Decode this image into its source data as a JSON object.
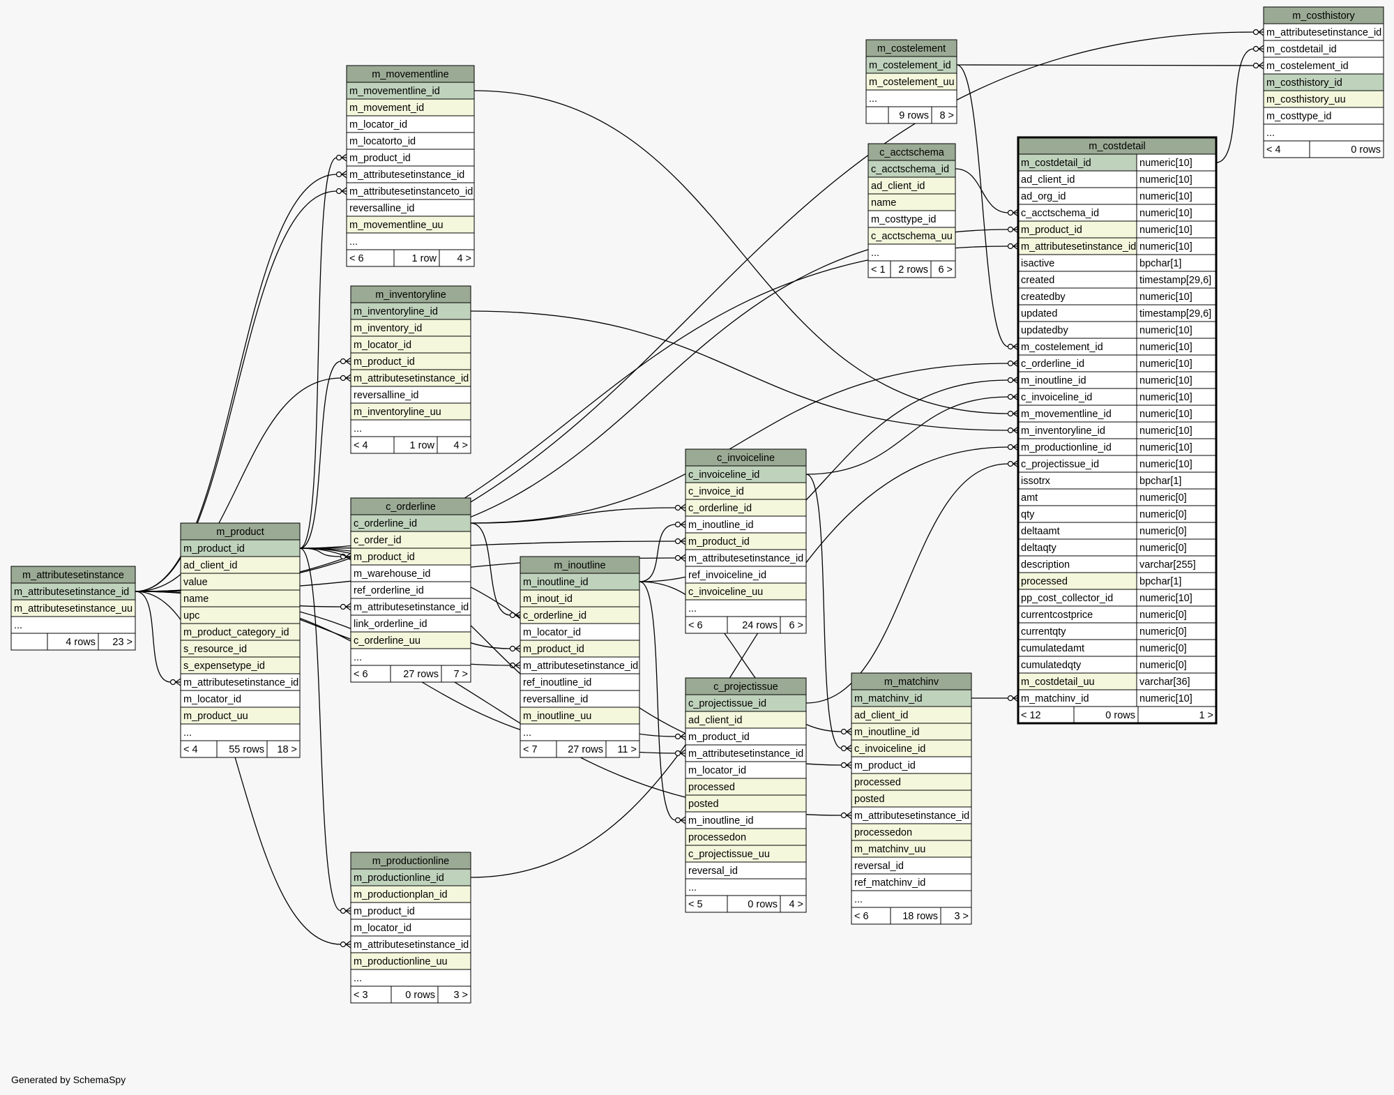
{
  "footer": "Generated by SchemaSpy",
  "tables": [
    {
      "id": "m_costhistory",
      "title": "m_costhistory",
      "rows": [
        {
          "name": "m_attributesetinstance_id",
          "kind": "fk"
        },
        {
          "name": "m_costdetail_id",
          "kind": "fk"
        },
        {
          "name": "m_costelement_id",
          "kind": "fk"
        },
        {
          "name": "m_costhistory_id",
          "kind": "pk"
        },
        {
          "name": "m_costhistory_uu",
          "kind": "idx"
        },
        {
          "name": "m_costtype_id",
          "kind": "plain"
        },
        {
          "name": "...",
          "kind": "plain"
        }
      ],
      "footer": [
        "< 4",
        "0 rows",
        ""
      ]
    },
    {
      "id": "m_costelement",
      "title": "m_costelement",
      "rows": [
        {
          "name": "m_costelement_id",
          "kind": "pk"
        },
        {
          "name": "m_costelement_uu",
          "kind": "idx"
        },
        {
          "name": "...",
          "kind": "plain"
        }
      ],
      "footer": [
        "",
        "9 rows",
        "8 >"
      ]
    },
    {
      "id": "c_acctschema",
      "title": "c_acctschema",
      "rows": [
        {
          "name": "c_acctschema_id",
          "kind": "pk"
        },
        {
          "name": "ad_client_id",
          "kind": "idx"
        },
        {
          "name": "name",
          "kind": "idx"
        },
        {
          "name": "m_costtype_id",
          "kind": "plain"
        },
        {
          "name": "c_acctschema_uu",
          "kind": "idx"
        },
        {
          "name": "...",
          "kind": "plain"
        }
      ],
      "footer": [
        "< 1",
        "2 rows",
        "6 >"
      ]
    },
    {
      "id": "m_movementline",
      "title": "m_movementline",
      "rows": [
        {
          "name": "m_movementline_id",
          "kind": "pk"
        },
        {
          "name": "m_movement_id",
          "kind": "idx"
        },
        {
          "name": "m_locator_id",
          "kind": "plain"
        },
        {
          "name": "m_locatorto_id",
          "kind": "plain"
        },
        {
          "name": "m_product_id",
          "kind": "fk"
        },
        {
          "name": "m_attributesetinstance_id",
          "kind": "fk"
        },
        {
          "name": "m_attributesetinstanceto_id",
          "kind": "fk"
        },
        {
          "name": "reversalline_id",
          "kind": "plain"
        },
        {
          "name": "m_movementline_uu",
          "kind": "idx"
        },
        {
          "name": "...",
          "kind": "plain"
        }
      ],
      "footer": [
        "< 6",
        "1 row",
        "4 >"
      ]
    },
    {
      "id": "m_inventoryline",
      "title": "m_inventoryline",
      "rows": [
        {
          "name": "m_inventoryline_id",
          "kind": "pk"
        },
        {
          "name": "m_inventory_id",
          "kind": "idx"
        },
        {
          "name": "m_locator_id",
          "kind": "idx"
        },
        {
          "name": "m_product_id",
          "kind": "idx"
        },
        {
          "name": "m_attributesetinstance_id",
          "kind": "idx"
        },
        {
          "name": "reversalline_id",
          "kind": "plain"
        },
        {
          "name": "m_inventoryline_uu",
          "kind": "idx"
        },
        {
          "name": "...",
          "kind": "plain"
        }
      ],
      "footer": [
        "< 4",
        "1 row",
        "4 >"
      ]
    },
    {
      "id": "m_costdetail",
      "title": "m_costdetail",
      "focus": true,
      "rows": [
        {
          "name": "m_costdetail_id",
          "type": "numeric[10]",
          "kind": "pk"
        },
        {
          "name": "ad_client_id",
          "type": "numeric[10]",
          "kind": "plain"
        },
        {
          "name": "ad_org_id",
          "type": "numeric[10]",
          "kind": "plain"
        },
        {
          "name": "c_acctschema_id",
          "type": "numeric[10]",
          "kind": "plain"
        },
        {
          "name": "m_product_id",
          "type": "numeric[10]",
          "kind": "idx"
        },
        {
          "name": "m_attributesetinstance_id",
          "type": "numeric[10]",
          "kind": "idx"
        },
        {
          "name": "isactive",
          "type": "bpchar[1]",
          "kind": "plain"
        },
        {
          "name": "created",
          "type": "timestamp[29,6]",
          "kind": "plain"
        },
        {
          "name": "createdby",
          "type": "numeric[10]",
          "kind": "plain"
        },
        {
          "name": "updated",
          "type": "timestamp[29,6]",
          "kind": "plain"
        },
        {
          "name": "updatedby",
          "type": "numeric[10]",
          "kind": "plain"
        },
        {
          "name": "m_costelement_id",
          "type": "numeric[10]",
          "kind": "plain"
        },
        {
          "name": "c_orderline_id",
          "type": "numeric[10]",
          "kind": "plain"
        },
        {
          "name": "m_inoutline_id",
          "type": "numeric[10]",
          "kind": "plain"
        },
        {
          "name": "c_invoiceline_id",
          "type": "numeric[10]",
          "kind": "plain"
        },
        {
          "name": "m_movementline_id",
          "type": "numeric[10]",
          "kind": "plain"
        },
        {
          "name": "m_inventoryline_id",
          "type": "numeric[10]",
          "kind": "plain"
        },
        {
          "name": "m_productionline_id",
          "type": "numeric[10]",
          "kind": "plain"
        },
        {
          "name": "c_projectissue_id",
          "type": "numeric[10]",
          "kind": "plain"
        },
        {
          "name": "issotrx",
          "type": "bpchar[1]",
          "kind": "plain"
        },
        {
          "name": "amt",
          "type": "numeric[0]",
          "kind": "plain"
        },
        {
          "name": "qty",
          "type": "numeric[0]",
          "kind": "plain"
        },
        {
          "name": "deltaamt",
          "type": "numeric[0]",
          "kind": "plain"
        },
        {
          "name": "deltaqty",
          "type": "numeric[0]",
          "kind": "plain"
        },
        {
          "name": "description",
          "type": "varchar[255]",
          "kind": "plain"
        },
        {
          "name": "processed",
          "type": "bpchar[1]",
          "kind": "idx"
        },
        {
          "name": "pp_cost_collector_id",
          "type": "numeric[10]",
          "kind": "plain"
        },
        {
          "name": "currentcostprice",
          "type": "numeric[0]",
          "kind": "plain"
        },
        {
          "name": "currentqty",
          "type": "numeric[0]",
          "kind": "plain"
        },
        {
          "name": "cumulatedamt",
          "type": "numeric[0]",
          "kind": "plain"
        },
        {
          "name": "cumulatedqty",
          "type": "numeric[0]",
          "kind": "plain"
        },
        {
          "name": "m_costdetail_uu",
          "type": "varchar[36]",
          "kind": "idx"
        },
        {
          "name": "m_matchinv_id",
          "type": "numeric[10]",
          "kind": "plain"
        }
      ],
      "footer": [
        "< 12",
        "0 rows",
        "1 >"
      ]
    },
    {
      "id": "c_invoiceline",
      "title": "c_invoiceline",
      "rows": [
        {
          "name": "c_invoiceline_id",
          "kind": "pk"
        },
        {
          "name": "c_invoice_id",
          "kind": "idx"
        },
        {
          "name": "c_orderline_id",
          "kind": "idx"
        },
        {
          "name": "m_inoutline_id",
          "kind": "plain"
        },
        {
          "name": "m_product_id",
          "kind": "idx"
        },
        {
          "name": "m_attributesetinstance_id",
          "kind": "plain"
        },
        {
          "name": "ref_invoiceline_id",
          "kind": "plain"
        },
        {
          "name": "c_invoiceline_uu",
          "kind": "idx"
        },
        {
          "name": "...",
          "kind": "plain"
        }
      ],
      "footer": [
        "< 6",
        "24 rows",
        "6 >"
      ]
    },
    {
      "id": "c_orderline",
      "title": "c_orderline",
      "rows": [
        {
          "name": "c_orderline_id",
          "kind": "pk"
        },
        {
          "name": "c_order_id",
          "kind": "idx"
        },
        {
          "name": "m_product_id",
          "kind": "idx"
        },
        {
          "name": "m_warehouse_id",
          "kind": "plain"
        },
        {
          "name": "ref_orderline_id",
          "kind": "plain"
        },
        {
          "name": "m_attributesetinstance_id",
          "kind": "plain"
        },
        {
          "name": "link_orderline_id",
          "kind": "plain"
        },
        {
          "name": "c_orderline_uu",
          "kind": "idx"
        },
        {
          "name": "...",
          "kind": "plain"
        }
      ],
      "footer": [
        "< 6",
        "27 rows",
        "7 >"
      ]
    },
    {
      "id": "m_inoutline",
      "title": "m_inoutline",
      "rows": [
        {
          "name": "m_inoutline_id",
          "kind": "pk"
        },
        {
          "name": "m_inout_id",
          "kind": "idx"
        },
        {
          "name": "c_orderline_id",
          "kind": "idx"
        },
        {
          "name": "m_locator_id",
          "kind": "plain"
        },
        {
          "name": "m_product_id",
          "kind": "idx"
        },
        {
          "name": "m_attributesetinstance_id",
          "kind": "plain"
        },
        {
          "name": "ref_inoutline_id",
          "kind": "plain"
        },
        {
          "name": "reversalline_id",
          "kind": "plain"
        },
        {
          "name": "m_inoutline_uu",
          "kind": "idx"
        },
        {
          "name": "...",
          "kind": "plain"
        }
      ],
      "footer": [
        "< 7",
        "27 rows",
        "11 >"
      ]
    },
    {
      "id": "m_attributesetinstance",
      "title": "m_attributesetinstance",
      "rows": [
        {
          "name": "m_attributesetinstance_id",
          "kind": "pk"
        },
        {
          "name": "m_attributesetinstance_uu",
          "kind": "idx"
        },
        {
          "name": "...",
          "kind": "plain"
        }
      ],
      "footer": [
        "",
        "4 rows",
        "23 >"
      ]
    },
    {
      "id": "m_product",
      "title": "m_product",
      "rows": [
        {
          "name": "m_product_id",
          "kind": "pk"
        },
        {
          "name": "ad_client_id",
          "kind": "idx"
        },
        {
          "name": "value",
          "kind": "idx"
        },
        {
          "name": "name",
          "kind": "idx"
        },
        {
          "name": "upc",
          "kind": "idx"
        },
        {
          "name": "m_product_category_id",
          "kind": "idx"
        },
        {
          "name": "s_resource_id",
          "kind": "idx"
        },
        {
          "name": "s_expensetype_id",
          "kind": "idx"
        },
        {
          "name": "m_attributesetinstance_id",
          "kind": "plain"
        },
        {
          "name": "m_locator_id",
          "kind": "plain"
        },
        {
          "name": "m_product_uu",
          "kind": "idx"
        },
        {
          "name": "...",
          "kind": "plain"
        }
      ],
      "footer": [
        "< 4",
        "55 rows",
        "18 >"
      ]
    },
    {
      "id": "c_projectissue",
      "title": "c_projectissue",
      "rows": [
        {
          "name": "c_projectissue_id",
          "kind": "pk"
        },
        {
          "name": "ad_client_id",
          "kind": "idx"
        },
        {
          "name": "m_product_id",
          "kind": "plain"
        },
        {
          "name": "m_attributesetinstance_id",
          "kind": "plain"
        },
        {
          "name": "m_locator_id",
          "kind": "plain"
        },
        {
          "name": "processed",
          "kind": "idx"
        },
        {
          "name": "posted",
          "kind": "idx"
        },
        {
          "name": "m_inoutline_id",
          "kind": "plain"
        },
        {
          "name": "processedon",
          "kind": "idx"
        },
        {
          "name": "c_projectissue_uu",
          "kind": "idx"
        },
        {
          "name": "reversal_id",
          "kind": "plain"
        },
        {
          "name": "...",
          "kind": "plain"
        }
      ],
      "footer": [
        "< 5",
        "0 rows",
        "4 >"
      ]
    },
    {
      "id": "m_matchinv",
      "title": "m_matchinv",
      "rows": [
        {
          "name": "m_matchinv_id",
          "kind": "pk"
        },
        {
          "name": "ad_client_id",
          "kind": "idx"
        },
        {
          "name": "m_inoutline_id",
          "kind": "idx"
        },
        {
          "name": "c_invoiceline_id",
          "kind": "idx"
        },
        {
          "name": "m_product_id",
          "kind": "plain"
        },
        {
          "name": "processed",
          "kind": "idx"
        },
        {
          "name": "posted",
          "kind": "idx"
        },
        {
          "name": "m_attributesetinstance_id",
          "kind": "plain"
        },
        {
          "name": "processedon",
          "kind": "idx"
        },
        {
          "name": "m_matchinv_uu",
          "kind": "idx"
        },
        {
          "name": "reversal_id",
          "kind": "plain"
        },
        {
          "name": "ref_matchinv_id",
          "kind": "plain"
        },
        {
          "name": "...",
          "kind": "plain"
        }
      ],
      "footer": [
        "< 6",
        "18 rows",
        "3 >"
      ]
    },
    {
      "id": "m_productionline",
      "title": "m_productionline",
      "rows": [
        {
          "name": "m_productionline_id",
          "kind": "pk"
        },
        {
          "name": "m_productionplan_id",
          "kind": "idx"
        },
        {
          "name": "m_product_id",
          "kind": "plain"
        },
        {
          "name": "m_locator_id",
          "kind": "plain"
        },
        {
          "name": "m_attributesetinstance_id",
          "kind": "plain"
        },
        {
          "name": "m_productionline_uu",
          "kind": "idx"
        },
        {
          "name": "...",
          "kind": "plain"
        }
      ],
      "footer": [
        "< 3",
        "0 rows",
        "3 >"
      ]
    }
  ],
  "relations": [
    {
      "from": "m_costdetail.m_costdetail_id",
      "to": "m_costhistory.m_costdetail_id"
    },
    {
      "from": "m_costelement.m_costelement_id",
      "to": "m_costhistory.m_costelement_id"
    },
    {
      "from": "m_attributesetinstance.m_attributesetinstance_id",
      "to": "m_costhistory.m_attributesetinstance_id"
    },
    {
      "from": "c_acctschema.c_acctschema_id",
      "to": "m_costdetail.c_acctschema_id"
    },
    {
      "from": "m_costelement.m_costelement_id",
      "to": "m_costdetail.m_costelement_id"
    },
    {
      "from": "m_product.m_product_id",
      "to": "m_costdetail.m_product_id"
    },
    {
      "from": "m_attributesetinstance.m_attributesetinstance_id",
      "to": "m_costdetail.m_attributesetinstance_id"
    },
    {
      "from": "c_orderline.c_orderline_id",
      "to": "m_costdetail.c_orderline_id"
    },
    {
      "from": "m_inoutline.m_inoutline_id",
      "to": "m_costdetail.m_inoutline_id"
    },
    {
      "from": "c_invoiceline.c_invoiceline_id",
      "to": "m_costdetail.c_invoiceline_id"
    },
    {
      "from": "m_movementline.m_movementline_id",
      "to": "m_costdetail.m_movementline_id"
    },
    {
      "from": "m_inventoryline.m_inventoryline_id",
      "to": "m_costdetail.m_inventoryline_id"
    },
    {
      "from": "m_productionline.m_productionline_id",
      "to": "m_costdetail.m_productionline_id"
    },
    {
      "from": "c_projectissue.c_projectissue_id",
      "to": "m_costdetail.c_projectissue_id"
    },
    {
      "from": "m_matchinv.m_matchinv_id",
      "to": "m_costdetail.m_matchinv_id"
    },
    {
      "from": "m_product.m_product_id",
      "to": "m_movementline.m_product_id"
    },
    {
      "from": "m_attributesetinstance.m_attributesetinstance_id",
      "to": "m_movementline.m_attributesetinstance_id"
    },
    {
      "from": "m_attributesetinstance.m_attributesetinstance_id",
      "to": "m_movementline.m_attributesetinstanceto_id"
    },
    {
      "from": "m_product.m_product_id",
      "to": "m_inventoryline.m_product_id"
    },
    {
      "from": "m_attributesetinstance.m_attributesetinstance_id",
      "to": "m_inventoryline.m_attributesetinstance_id"
    },
    {
      "from": "m_product.m_product_id",
      "to": "c_orderline.m_product_id"
    },
    {
      "from": "m_attributesetinstance.m_attributesetinstance_id",
      "to": "c_orderline.m_attributesetinstance_id"
    },
    {
      "from": "m_attributesetinstance.m_attributesetinstance_id",
      "to": "m_product.m_attributesetinstance_id"
    },
    {
      "from": "c_orderline.c_orderline_id",
      "to": "m_inoutline.c_orderline_id"
    },
    {
      "from": "m_product.m_product_id",
      "to": "m_inoutline.m_product_id"
    },
    {
      "from": "m_attributesetinstance.m_attributesetinstance_id",
      "to": "m_inoutline.m_attributesetinstance_id"
    },
    {
      "from": "c_orderline.c_orderline_id",
      "to": "c_invoiceline.c_orderline_id"
    },
    {
      "from": "m_inoutline.m_inoutline_id",
      "to": "c_invoiceline.m_inoutline_id"
    },
    {
      "from": "m_product.m_product_id",
      "to": "c_invoiceline.m_product_id"
    },
    {
      "from": "m_attributesetinstance.m_attributesetinstance_id",
      "to": "c_invoiceline.m_attributesetinstance_id"
    },
    {
      "from": "m_product.m_product_id",
      "to": "c_projectissue.m_product_id"
    },
    {
      "from": "m_attributesetinstance.m_attributesetinstance_id",
      "to": "c_projectissue.m_attributesetinstance_id"
    },
    {
      "from": "m_inoutline.m_inoutline_id",
      "to": "c_projectissue.m_inoutline_id"
    },
    {
      "from": "m_inoutline.m_inoutline_id",
      "to": "m_matchinv.m_inoutline_id"
    },
    {
      "from": "c_invoiceline.c_invoiceline_id",
      "to": "m_matchinv.c_invoiceline_id"
    },
    {
      "from": "m_product.m_product_id",
      "to": "m_matchinv.m_product_id"
    },
    {
      "from": "m_attributesetinstance.m_attributesetinstance_id",
      "to": "m_matchinv.m_attributesetinstance_id"
    },
    {
      "from": "m_product.m_product_id",
      "to": "m_productionline.m_product_id"
    },
    {
      "from": "m_attributesetinstance.m_attributesetinstance_id",
      "to": "m_productionline.m_attributesetinstance_id"
    }
  ],
  "colors": {
    "header": "#9baa94",
    "pk": "#bfd2bc",
    "idx": "#f4f7dc",
    "plain": "#ffffff",
    "background": "#f7f7f7",
    "line": "#000000"
  }
}
